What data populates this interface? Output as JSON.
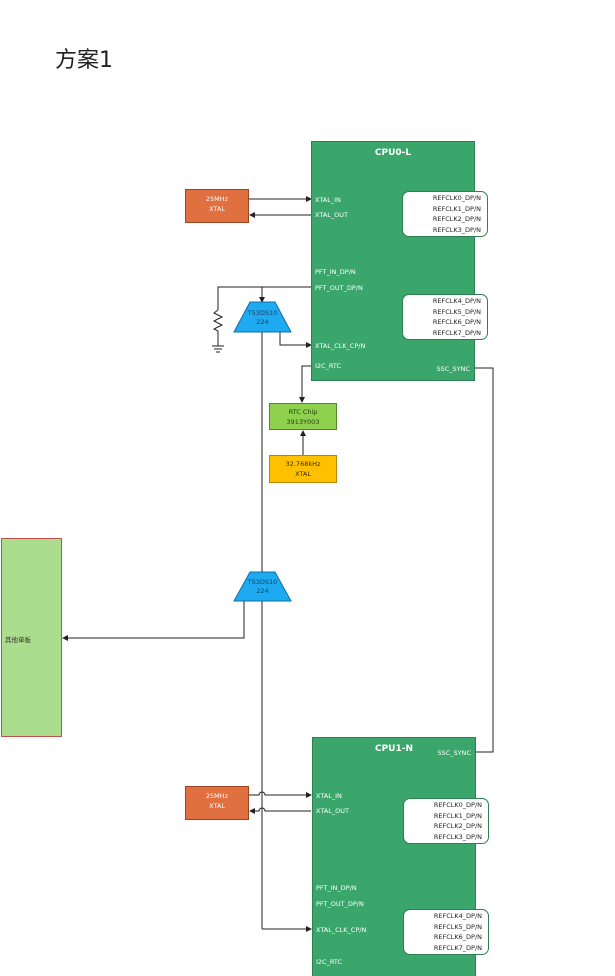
{
  "page": {
    "title": "方案1"
  },
  "cpu0": {
    "title": "CPU0-L",
    "pins": {
      "xtal_in": "XTAL_IN",
      "xtal_out": "XTAL_OUT",
      "pft_in": "PFT_IN_DP/N",
      "pft_out": "PFT_OUT_DP/N",
      "xtal_clk": "XTAL_CLK_CP/N",
      "i2c_rtc": "I2C_RTC",
      "ssc_sync": "SSC_SYNC"
    },
    "ref_group1": [
      "REFCLK0_DP/N",
      "REFCLK1_DP/N",
      "REFCLK2_DP/N",
      "REFCLK3_DP/N"
    ],
    "ref_group2": [
      "REFCLK4_DP/N",
      "REFCLK5_DP/N",
      "REFCLK6_DP/N",
      "REFCLK7_DP/N"
    ]
  },
  "cpu1": {
    "title": "CPU1-N",
    "pins": {
      "ssc_sync": "SSC_SYNC",
      "xtal_in": "XTAL_IN",
      "xtal_out": "XTAL_OUT",
      "pft_in": "PFT_IN_DP/N",
      "pft_out": "PFT_OUT_DP/N",
      "xtal_clk": "XTAL_CLK_CP/N",
      "i2c_rtc": "I2C_RTC"
    },
    "ref_group1": [
      "REFCLK0_DP/N",
      "REFCLK1_DP/N",
      "REFCLK2_DP/N",
      "REFCLK3_DP/N"
    ],
    "ref_group2": [
      "REFCLK4_DP/N",
      "REFCLK5_DP/N",
      "REFCLK6_DP/N",
      "REFCLK7_DP/N"
    ]
  },
  "xtal0": {
    "line1": "25MHz",
    "line2": "XTAL"
  },
  "xtal1": {
    "line1": "25MHz",
    "line2": "XTAL"
  },
  "buffer1": {
    "line1": "TS3DS10",
    "line2": "224"
  },
  "buffer2": {
    "line1": "TS3DS10",
    "line2": "224"
  },
  "rtc_chip": {
    "line1": "RTC Chip",
    "line2": "3913Y003"
  },
  "rtc_xtal": {
    "line1": "32.768kHz",
    "line2": "XTAL"
  },
  "other_board": {
    "label": "其他单板"
  },
  "colors": {
    "cpu": "#3aa66b",
    "xtal": "#e07040",
    "rtc_chip": "#8fd14f",
    "rtc_xtal": "#ffc000",
    "buffer": "#1eaaf1",
    "other_board": "#aadd8c"
  }
}
